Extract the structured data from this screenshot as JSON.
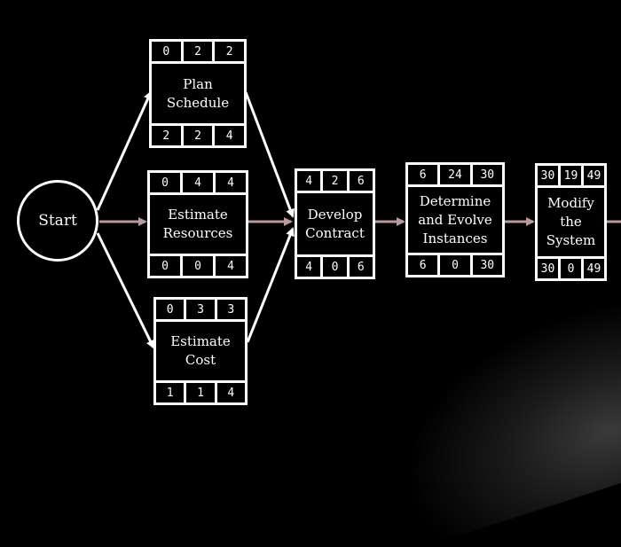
{
  "start_label": "Start",
  "nodes": [
    {
      "id": "plan-schedule",
      "label": "Plan\nSchedule",
      "top": [
        "0",
        "2",
        "2"
      ],
      "bottom": [
        "2",
        "2",
        "4"
      ]
    },
    {
      "id": "estimate-resources",
      "label": "Estimate\nResources",
      "top": [
        "0",
        "4",
        "4"
      ],
      "bottom": [
        "0",
        "0",
        "4"
      ]
    },
    {
      "id": "estimate-cost",
      "label": "Estimate\nCost",
      "top": [
        "0",
        "3",
        "3"
      ],
      "bottom": [
        "1",
        "1",
        "4"
      ]
    },
    {
      "id": "develop-contract",
      "label": "Develop\nContract",
      "top": [
        "4",
        "2",
        "6"
      ],
      "bottom": [
        "4",
        "0",
        "6"
      ]
    },
    {
      "id": "determine-evolve",
      "label": "Determine\nand Evolve\nInstances",
      "top": [
        "6",
        "24",
        "30"
      ],
      "bottom": [
        "6",
        "0",
        "30"
      ]
    },
    {
      "id": "modify-system",
      "label": "Modify\nthe\nSystem",
      "top": [
        "30",
        "19",
        "49"
      ],
      "bottom": [
        "30",
        "0",
        "49"
      ]
    }
  ],
  "colors": {
    "background": "#000000",
    "node_border": "#ffffff",
    "edge_white": "#ffffff",
    "edge_accent": "#b89a9a"
  }
}
